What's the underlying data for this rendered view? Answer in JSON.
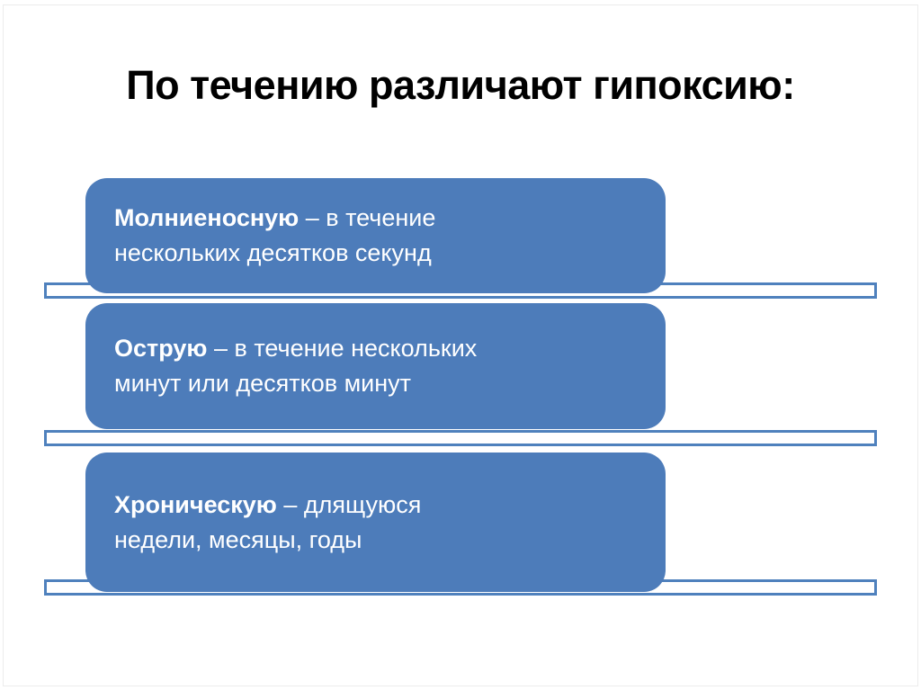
{
  "slide": {
    "title": "По течению различают гипоксию:",
    "boxes": [
      {
        "bold": "Молниеносную",
        "line1_rest": " – в течение",
        "line2": "нескольких десятков секунд"
      },
      {
        "bold": "Острую",
        "line1_rest": " – в течение нескольких",
        "line2": "минут или десятков минут"
      },
      {
        "bold": "Хроническую",
        "line1_rest": " – длящуюся",
        "line2": "недели, месяцы, годы"
      }
    ],
    "colors": {
      "slide_bg": "#ffffff",
      "frame_border": "#ececec",
      "title_color": "#000000",
      "box_fill": "#4d7cba",
      "box_text_color": "#ffffff",
      "bar_fill": "#ffffff",
      "bar_border": "#4f81bd"
    }
  }
}
